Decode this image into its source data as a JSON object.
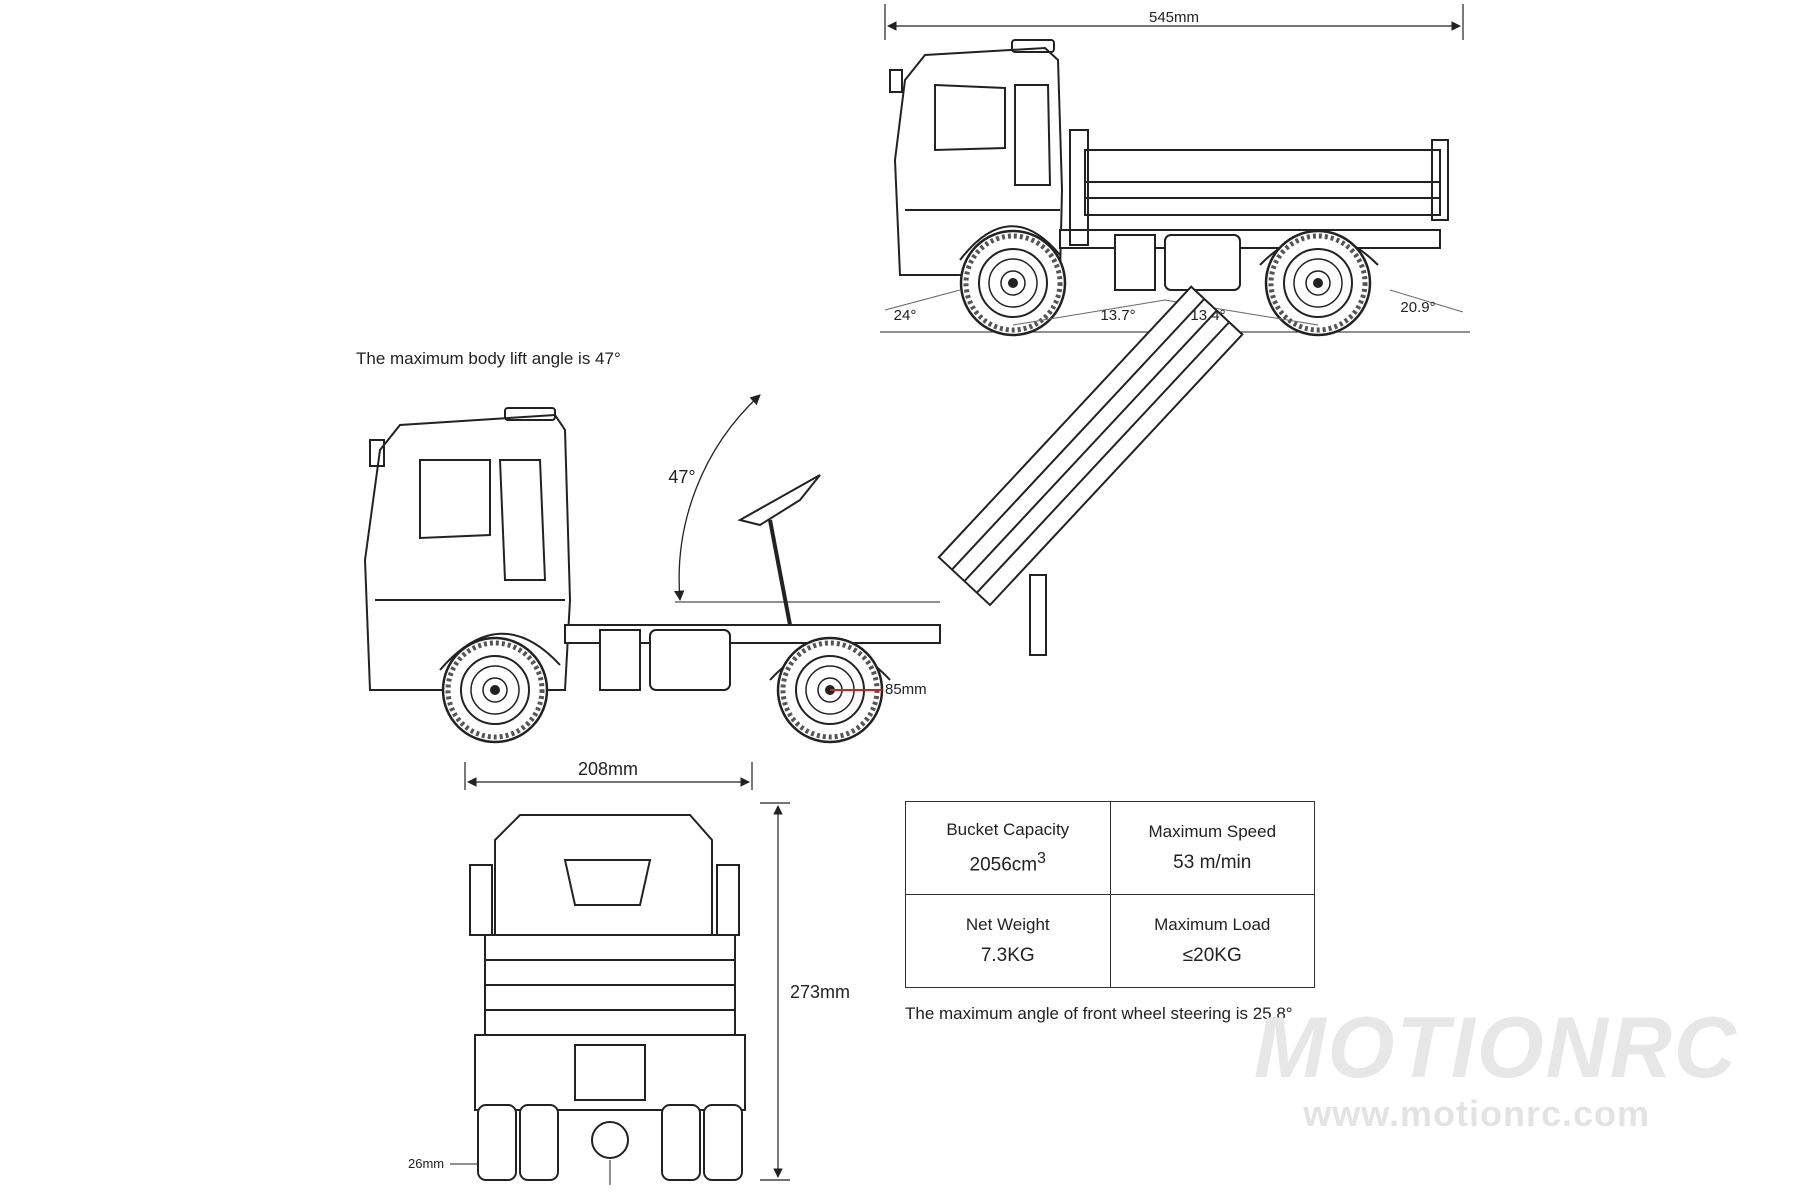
{
  "dimensions": {
    "length": "545mm",
    "width": "208mm",
    "height": "273mm",
    "wheel_radius": "85mm",
    "wheel_width": "26mm"
  },
  "angles": {
    "approach": "24°",
    "breakover_front": "13.7°",
    "breakover_rear": "13.4°",
    "departure": "20.9°",
    "body_lift": "47°"
  },
  "notes": {
    "body_lift": "The maximum body lift angle is 47°",
    "steering": "The maximum angle of front wheel steering is 25.8°"
  },
  "specs": {
    "bucket_capacity_label": "Bucket Capacity",
    "bucket_capacity_value": "2056cm",
    "bucket_capacity_unit_sup": "3",
    "max_speed_label": "Maximum Speed",
    "max_speed_value": "53 m/min",
    "net_weight_label": "Net Weight",
    "net_weight_value": "7.3KG",
    "max_load_label": "Maximum Load",
    "max_load_value": "≤20KG"
  },
  "watermark": {
    "brand": "MOTIONRC",
    "url": "www.motionrc.com"
  }
}
